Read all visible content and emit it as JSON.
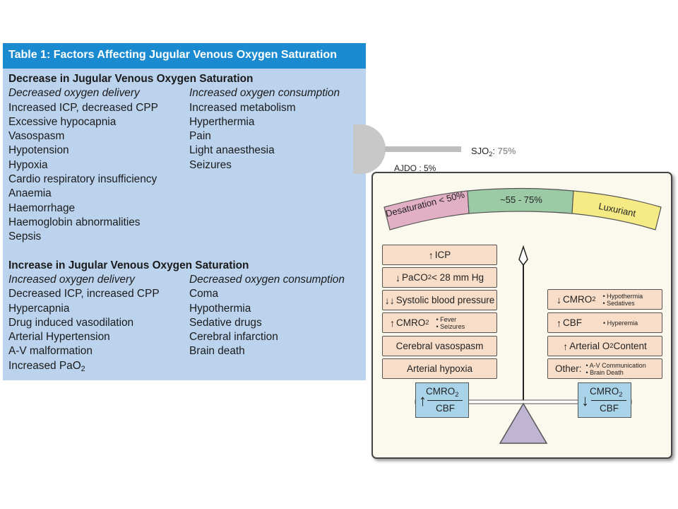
{
  "table": {
    "title": "Table 1: Factors Affecting Jugular Venous Oxygen Saturation",
    "decrease": {
      "heading": "Decrease in Jugular Venous Oxygen Saturation",
      "col1_heading": "Decreased oxygen delivery",
      "col2_heading": "Increased oxygen consumption",
      "col1": [
        "Increased ICP, decreased CPP",
        "Excessive hypocapnia",
        "Vasospasm",
        "Hypotension",
        "Hypoxia",
        "Cardio respiratory insufficiency",
        "Anaemia",
        "Haemorrhage",
        "Haemoglobin abnormalities",
        "Sepsis"
      ],
      "col2": [
        "Increased metabolism",
        "Hyperthermia",
        "Pain",
        "Light anaesthesia",
        "Seizures"
      ]
    },
    "increase": {
      "heading": "Increase in Jugular Venous Oxygen Saturation",
      "col1_heading": "Increased oxygen delivery",
      "col2_heading": "Decreased oxygen consumption",
      "col1": [
        "Decreased ICP, increased CPP",
        "Hypercapnia",
        "Drug induced vasodilation",
        "Arterial Hypertension",
        "A-V malformation"
      ],
      "col1_last": "Increased PaO",
      "col1_last_sub": "2",
      "col2": [
        "Coma",
        "Hypothermia",
        "Sedative drugs",
        "Cerebral infarction",
        "Brain death"
      ]
    }
  },
  "background_labels": {
    "sjo2_main": "SJO",
    "sjo2_sub": "2",
    "sjo2_sep": ": ",
    "sjo2_value": "75%",
    "ajdo2": "AJDO : 5%"
  },
  "diagram": {
    "arc_segments": [
      {
        "label": "Desaturation < 50%",
        "color": "#e2b0c4"
      },
      {
        "label": "~55 - 75%",
        "color": "#9ccaa5"
      },
      {
        "label": "Luxuriant",
        "color": "#f6ea84"
      }
    ],
    "left_boxes": {
      "icp": "ICP",
      "paco2_a": "PaCO",
      "paco2_sub": "2",
      "paco2_b": " < 28 mm Hg",
      "sbp": "Systolic blood pressure",
      "cmro2_a": "CMRO",
      "cmro2_sub": "2",
      "cmro2_bullets": [
        "• Fever",
        "• Seizures"
      ],
      "vasospasm": "Cerebral vasospasm",
      "hypoxia": "Arterial hypoxia"
    },
    "right_boxes": {
      "cmro2_a": "CMRO",
      "cmro2_sub": "2",
      "cmro2_bullets": [
        "• Hypothermia",
        "• Sedatives"
      ],
      "cbf": "CBF",
      "cbf_bullet": "• Hyperemia",
      "o2_a": "Arterial O",
      "o2_sub": "2",
      "o2_b": " Content",
      "other": "Other:",
      "other_bullets": [
        "• A-V Communication",
        "• Brain Death"
      ]
    },
    "ratio_left": {
      "num_a": "CMRO",
      "num_sub": "2",
      "den": "CBF"
    },
    "ratio_right": {
      "num_a": "CMRO",
      "num_sub": "2",
      "den": "CBF"
    },
    "colors": {
      "box_fill": "#f8ddc8",
      "ratio_fill": "#a9d3e8",
      "fulcrum": "#bfb4d2",
      "header_blue": "#1a8bd0",
      "table_bg": "#bcd3ee"
    }
  }
}
